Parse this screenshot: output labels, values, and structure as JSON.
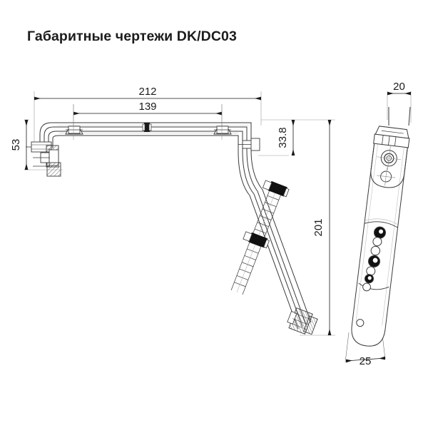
{
  "page": {
    "title": "Габаритные чертежи DK/DC03",
    "background_color": "#ffffff",
    "line_color": "#3a3a3a",
    "text_color": "#1a1a1a"
  },
  "drawing": {
    "type": "engineering-dimensional-drawing",
    "product": "DK/DC03",
    "views": [
      {
        "name": "front-view",
        "label": ""
      },
      {
        "name": "side-view",
        "label": ""
      }
    ]
  },
  "dimensions": {
    "overall_width": "212",
    "mounting_span": "139",
    "left_height": "53",
    "bracket_height": "33.8",
    "overall_height": "201",
    "side_top_width": "20",
    "side_bottom_width": "25"
  },
  "units": "mm"
}
